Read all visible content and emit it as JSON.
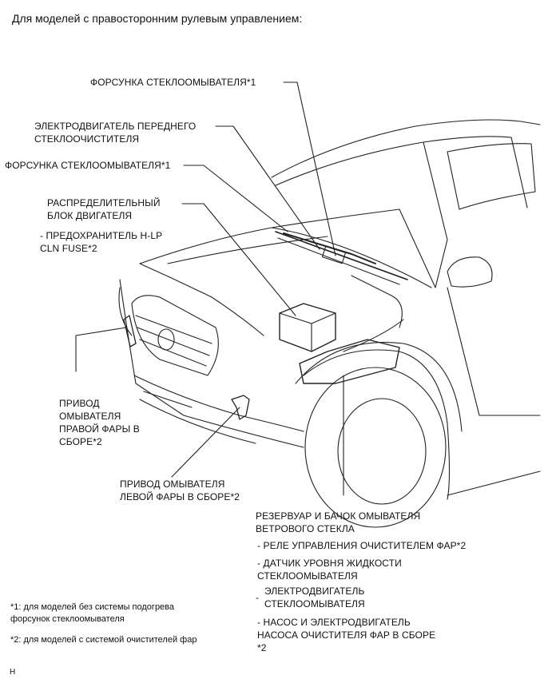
{
  "heading": "Для моделей с правосторонним рулевым управлением:",
  "callouts": {
    "washer_nozzle_top": "ФОРСУНКА СТЕКЛООМЫВАТЕЛЯ*1",
    "front_wiper_motor": "ЭЛЕКТРОДВИГАТЕЛЬ ПЕРЕДНЕГО\nСТЕКЛООЧИСТИТЕЛЯ",
    "washer_nozzle_left": "ФОРСУНКА СТЕКЛООМЫВАТЕЛЯ*1",
    "engine_relay_block": "РАСПРЕДЕЛИТЕЛЬНЫЙ\nБЛОК ДВИГАТЕЛЯ",
    "fuse_hlp": "- ПРЕДОХРАНИТЕЛЬ H-LP\nCLN FUSE*2",
    "right_headlamp_washer": "ПРИВОД\nОМЫВАТЕЛЯ\nПРАВОЙ ФАРЫ В\nСБОРЕ*2",
    "left_headlamp_washer": "ПРИВОД ОМЫВАТЕЛЯ\nЛЕВОЙ ФАРЫ В СБОРЕ*2",
    "reservoir": "РЕЗЕРВУАР И БАЧОК ОМЫВАТЕЛЯ\nВЕТРОВОГО СТЕКЛА",
    "headlamp_cleaner_relay": "- РЕЛЕ УПРАВЛЕНИЯ ОЧИСТИТЕЛЕМ ФАР*2",
    "fluid_level_sensor": "- ДАТЧИК УРОВНЯ ЖИДКОСТИ\nСТЕКЛООМЫВАТЕЛЯ",
    "washer_motor_dash": "-",
    "washer_motor": "ЭЛЕКТРОДВИГАТЕЛЬ\nСТЕКЛООМЫВАТЕЛЯ",
    "headlamp_pump": "- НАСОС И ЭЛЕКТРОДВИГАТЕЛЬ\nНАСОСА ОЧИСТИТЕЛЯ ФАР В СБОРЕ\n*2"
  },
  "footnotes": {
    "note1": "*1: для моделей без системы подогрева\nфорсунок стеклоомывателя",
    "note2": "*2: для моделей с системой очистителей фар"
  },
  "code": "H"
}
